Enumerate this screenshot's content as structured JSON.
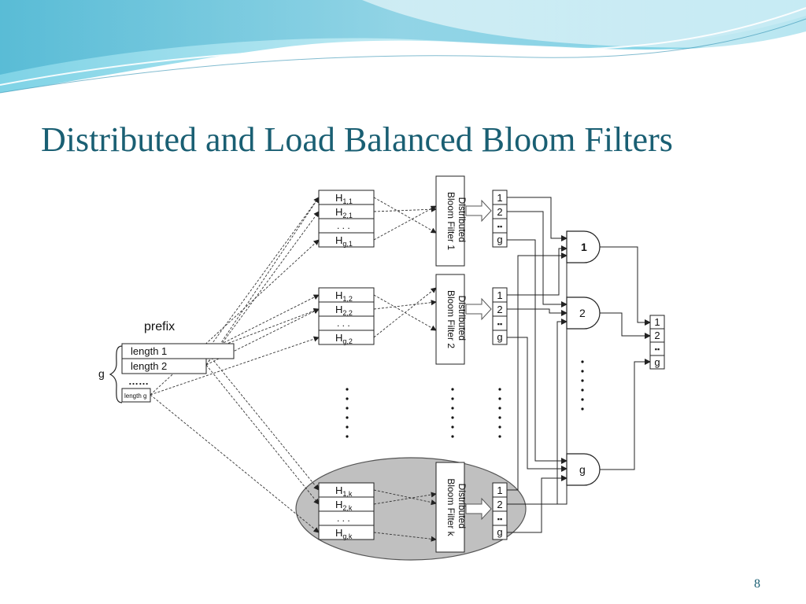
{
  "slide": {
    "title": "Distributed and Load Balanced Bloom Filters",
    "page_number": "8"
  },
  "diagram": {
    "prefix_label": "prefix",
    "group_label": "g",
    "prefix_entries": [
      "length 1",
      "length 2",
      "length g"
    ],
    "prefix_ellipsis": "……",
    "hash_groups": [
      {
        "rows": [
          {
            "base": "H",
            "sub": "1,1"
          },
          {
            "base": "H",
            "sub": "2,1"
          },
          {
            "base": ". . .",
            "sub": ""
          },
          {
            "base": "H",
            "sub": "g,1"
          }
        ]
      },
      {
        "rows": [
          {
            "base": "H",
            "sub": "1,2"
          },
          {
            "base": "H",
            "sub": "2,2"
          },
          {
            "base": ". . .",
            "sub": ""
          },
          {
            "base": "H",
            "sub": "g,2"
          }
        ]
      },
      {
        "rows": [
          {
            "base": "H",
            "sub": "1,k"
          },
          {
            "base": "H",
            "sub": "2,k"
          },
          {
            "base": ". . .",
            "sub": ""
          },
          {
            "base": "H",
            "sub": "g,k"
          }
        ]
      }
    ],
    "bloom_filters": [
      {
        "line1": "Distributed",
        "line2": "Bloom Filter 1"
      },
      {
        "line1": "Distributed",
        "line2": "Bloom Filter 2"
      },
      {
        "line1": "Distributed",
        "line2": "Bloom Filter k"
      }
    ],
    "output_cells": [
      "1",
      "2",
      "▪▪",
      "g"
    ],
    "and_gates": [
      "1",
      "2",
      "g"
    ],
    "final_cells": [
      "1",
      "2",
      "▪▪",
      "g"
    ]
  }
}
